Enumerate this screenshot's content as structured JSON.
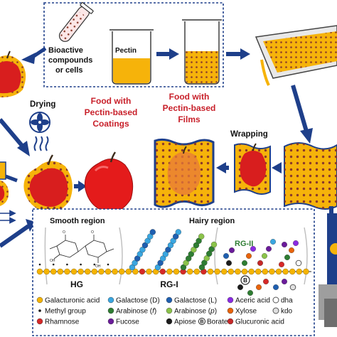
{
  "top_panel": {
    "bioactive_label_line1": "Bioactive",
    "bioactive_label_line2": "compounds",
    "bioactive_label_line3": "or cells",
    "pectin_label": "Pectin"
  },
  "steps": {
    "drying_label": "Drying",
    "wrapping_label": "Wrapping"
  },
  "products": {
    "coatings_line1": "Food with",
    "coatings_line2": "Pectin-based",
    "coatings_line3": "Coatings",
    "films_line1": "Food with",
    "films_line2": "Pectin-based",
    "films_line3": "Films"
  },
  "structure": {
    "smooth_region": "Smooth region",
    "hairy_region": "Hairy region",
    "hg_label": "HG",
    "rg1_label": "RG-I",
    "rg2_label": "RG-II",
    "borate_symbol": "B"
  },
  "legend": [
    {
      "label": "Galacturonic acid",
      "color": "#f5b400",
      "shape": "circle"
    },
    {
      "label": "Galactose (D)",
      "color": "#3aa6e0",
      "shape": "circle"
    },
    {
      "label": "Galactose (L)",
      "color": "#1f5fb0",
      "shape": "circle"
    },
    {
      "label": "Aceric acid",
      "color": "#8a2be2",
      "shape": "circle"
    },
    {
      "label": "Methyl group",
      "color": "#111111",
      "shape": "dot"
    },
    {
      "label": "Arabinose (f)",
      "color": "#2e7d32",
      "shape": "circle",
      "italic_part": "f"
    },
    {
      "label": "Arabinose (p)",
      "color": "#8bc34a",
      "shape": "circle",
      "italic_part": "p"
    },
    {
      "label": "Xylose",
      "color": "#e8630a",
      "shape": "circle"
    },
    {
      "label": "dha",
      "color": "#ffffff",
      "shape": "ring"
    },
    {
      "label": "Rhamnose",
      "color": "#d62828",
      "shape": "circle"
    },
    {
      "label": "Fucose",
      "color": "#6a1b9a",
      "shape": "circle"
    },
    {
      "label": "Apiose",
      "color": "#1b1b1b",
      "shape": "circle"
    },
    {
      "label": "Borate",
      "color": "#ffffff",
      "shape": "borate"
    },
    {
      "label": "Glucuronic acid",
      "color": "#c62828",
      "shape": "circle"
    },
    {
      "label": "kdo",
      "color": "#e0e0e0",
      "shape": "ring"
    }
  ],
  "colors": {
    "arrow": "#1e3f8a",
    "pectin": "#f6b30a",
    "apple": "#d81e1e",
    "dot": "#8a3a2a"
  }
}
